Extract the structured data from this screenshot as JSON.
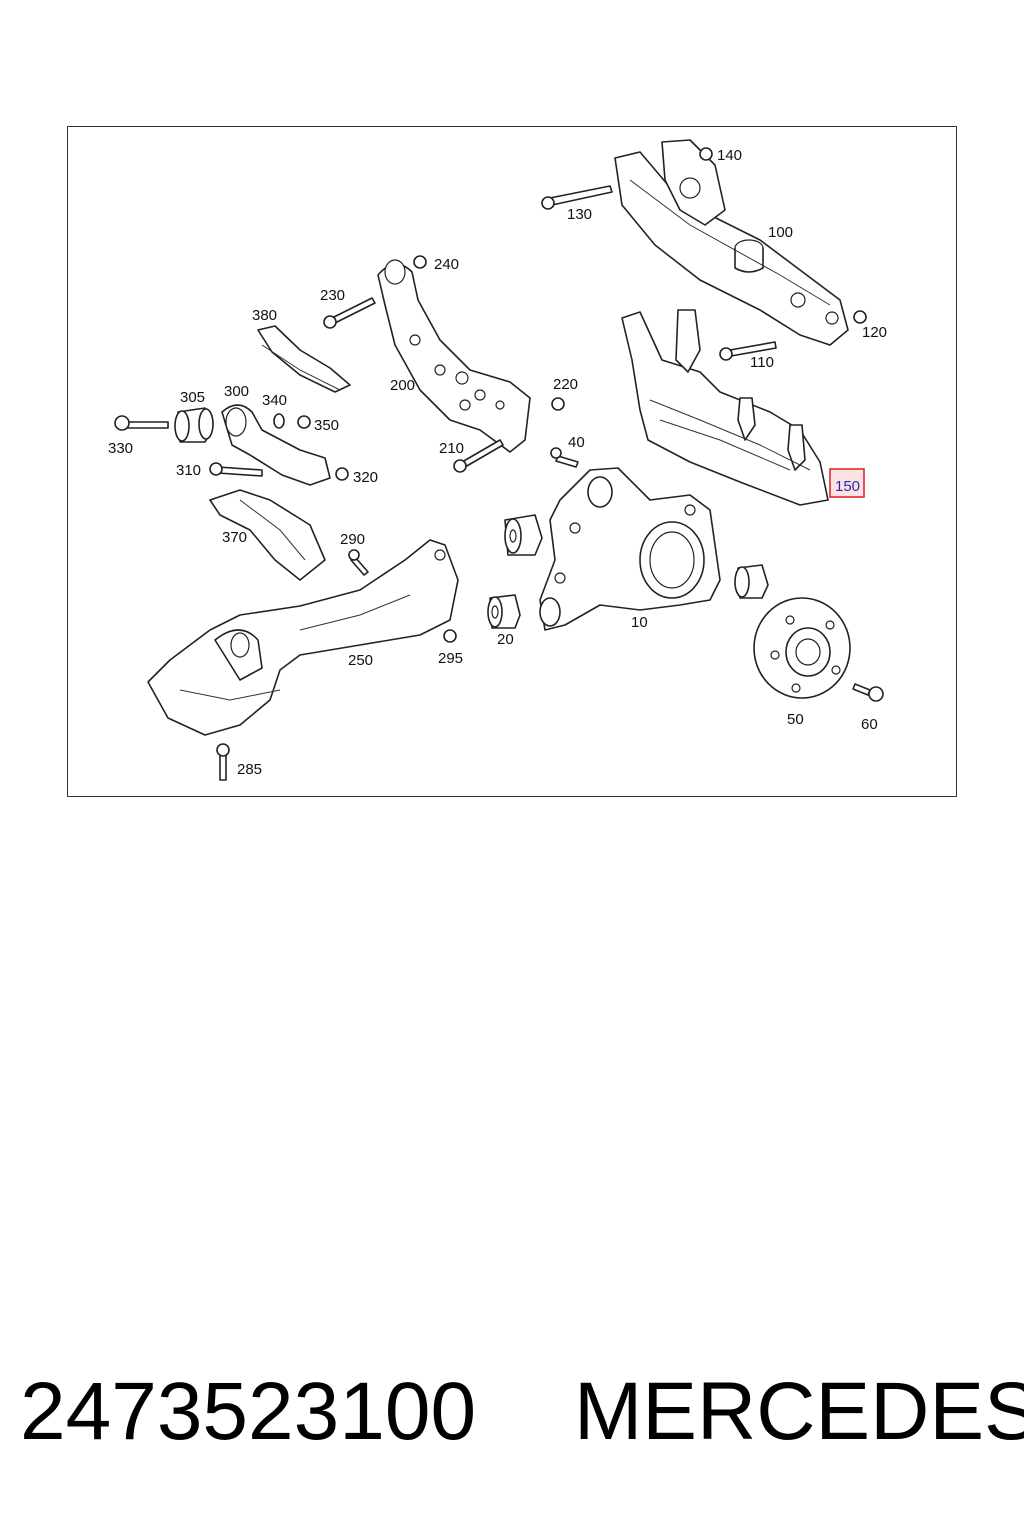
{
  "diagram": {
    "callouts": [
      {
        "id": "c10",
        "label": "10"
      },
      {
        "id": "c20",
        "label": "20"
      },
      {
        "id": "c40",
        "label": "40"
      },
      {
        "id": "c50",
        "label": "50"
      },
      {
        "id": "c60",
        "label": "60"
      },
      {
        "id": "c100",
        "label": "100"
      },
      {
        "id": "c110",
        "label": "110"
      },
      {
        "id": "c120",
        "label": "120"
      },
      {
        "id": "c130",
        "label": "130"
      },
      {
        "id": "c140",
        "label": "140"
      },
      {
        "id": "c150",
        "label": "150",
        "highlighted": true
      },
      {
        "id": "c200",
        "label": "200"
      },
      {
        "id": "c210",
        "label": "210"
      },
      {
        "id": "c220",
        "label": "220"
      },
      {
        "id": "c230",
        "label": "230"
      },
      {
        "id": "c240",
        "label": "240"
      },
      {
        "id": "c250",
        "label": "250"
      },
      {
        "id": "c285",
        "label": "285"
      },
      {
        "id": "c290",
        "label": "290"
      },
      {
        "id": "c295",
        "label": "295"
      },
      {
        "id": "c300",
        "label": "300"
      },
      {
        "id": "c305",
        "label": "305"
      },
      {
        "id": "c310",
        "label": "310"
      },
      {
        "id": "c320",
        "label": "320"
      },
      {
        "id": "c330",
        "label": "330"
      },
      {
        "id": "c340",
        "label": "340"
      },
      {
        "id": "c350",
        "label": "350"
      },
      {
        "id": "c370",
        "label": "370"
      },
      {
        "id": "c380",
        "label": "380"
      }
    ],
    "highlight_color": "#e0282e"
  },
  "footer": {
    "part_number": "2473523100",
    "brand": "MERCEDES"
  }
}
